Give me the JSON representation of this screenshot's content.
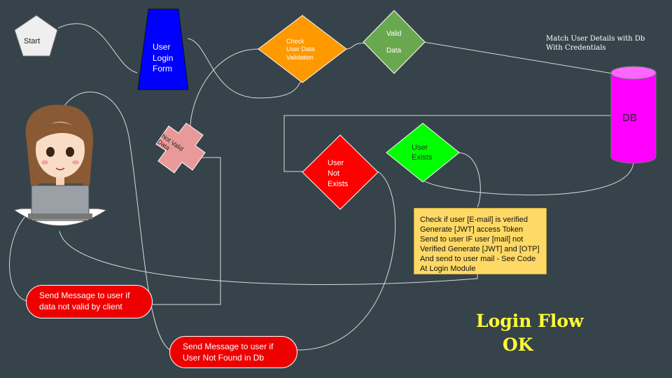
{
  "nodes": {
    "start": "Start",
    "login_form": "User\nLogin\nForm",
    "check_validation": "Check\nUser Data\nValidation",
    "valid_data": "Valid\n\nData",
    "match_caption": "Match User Details with Db\nWith Credentials",
    "db": "DB",
    "not_valid": "Not Valid\nData",
    "user_not_exists": "User\nNot\nExists",
    "user_exists": "User\nExists",
    "note": "Check if user [E-mail] is verified\nGenerate [JWT] access Token\nSend to user IF user [mail] not\nVerified Generate [JWT] and [OTP]\nAnd send to user mail - See Code\nAt Login Module",
    "msg_invalid": "Send Message to user if\ndata not valid by client",
    "msg_not_found": "Send Message to user if\nUser Not Found in Db"
  },
  "title": {
    "line1": "Login Flow",
    "line2": "OK"
  },
  "colors": {
    "background": "#37434a",
    "login_form": "#0000ff",
    "check_validation": "#ff9900",
    "valid_data": "#6aa84f",
    "db": "#ff00ff",
    "not_valid": "#ea9999",
    "user_not_exists": "#ff0000",
    "user_exists": "#00ff00",
    "note": "#ffd966",
    "message": "#ee0000",
    "title": "#ffff33"
  }
}
